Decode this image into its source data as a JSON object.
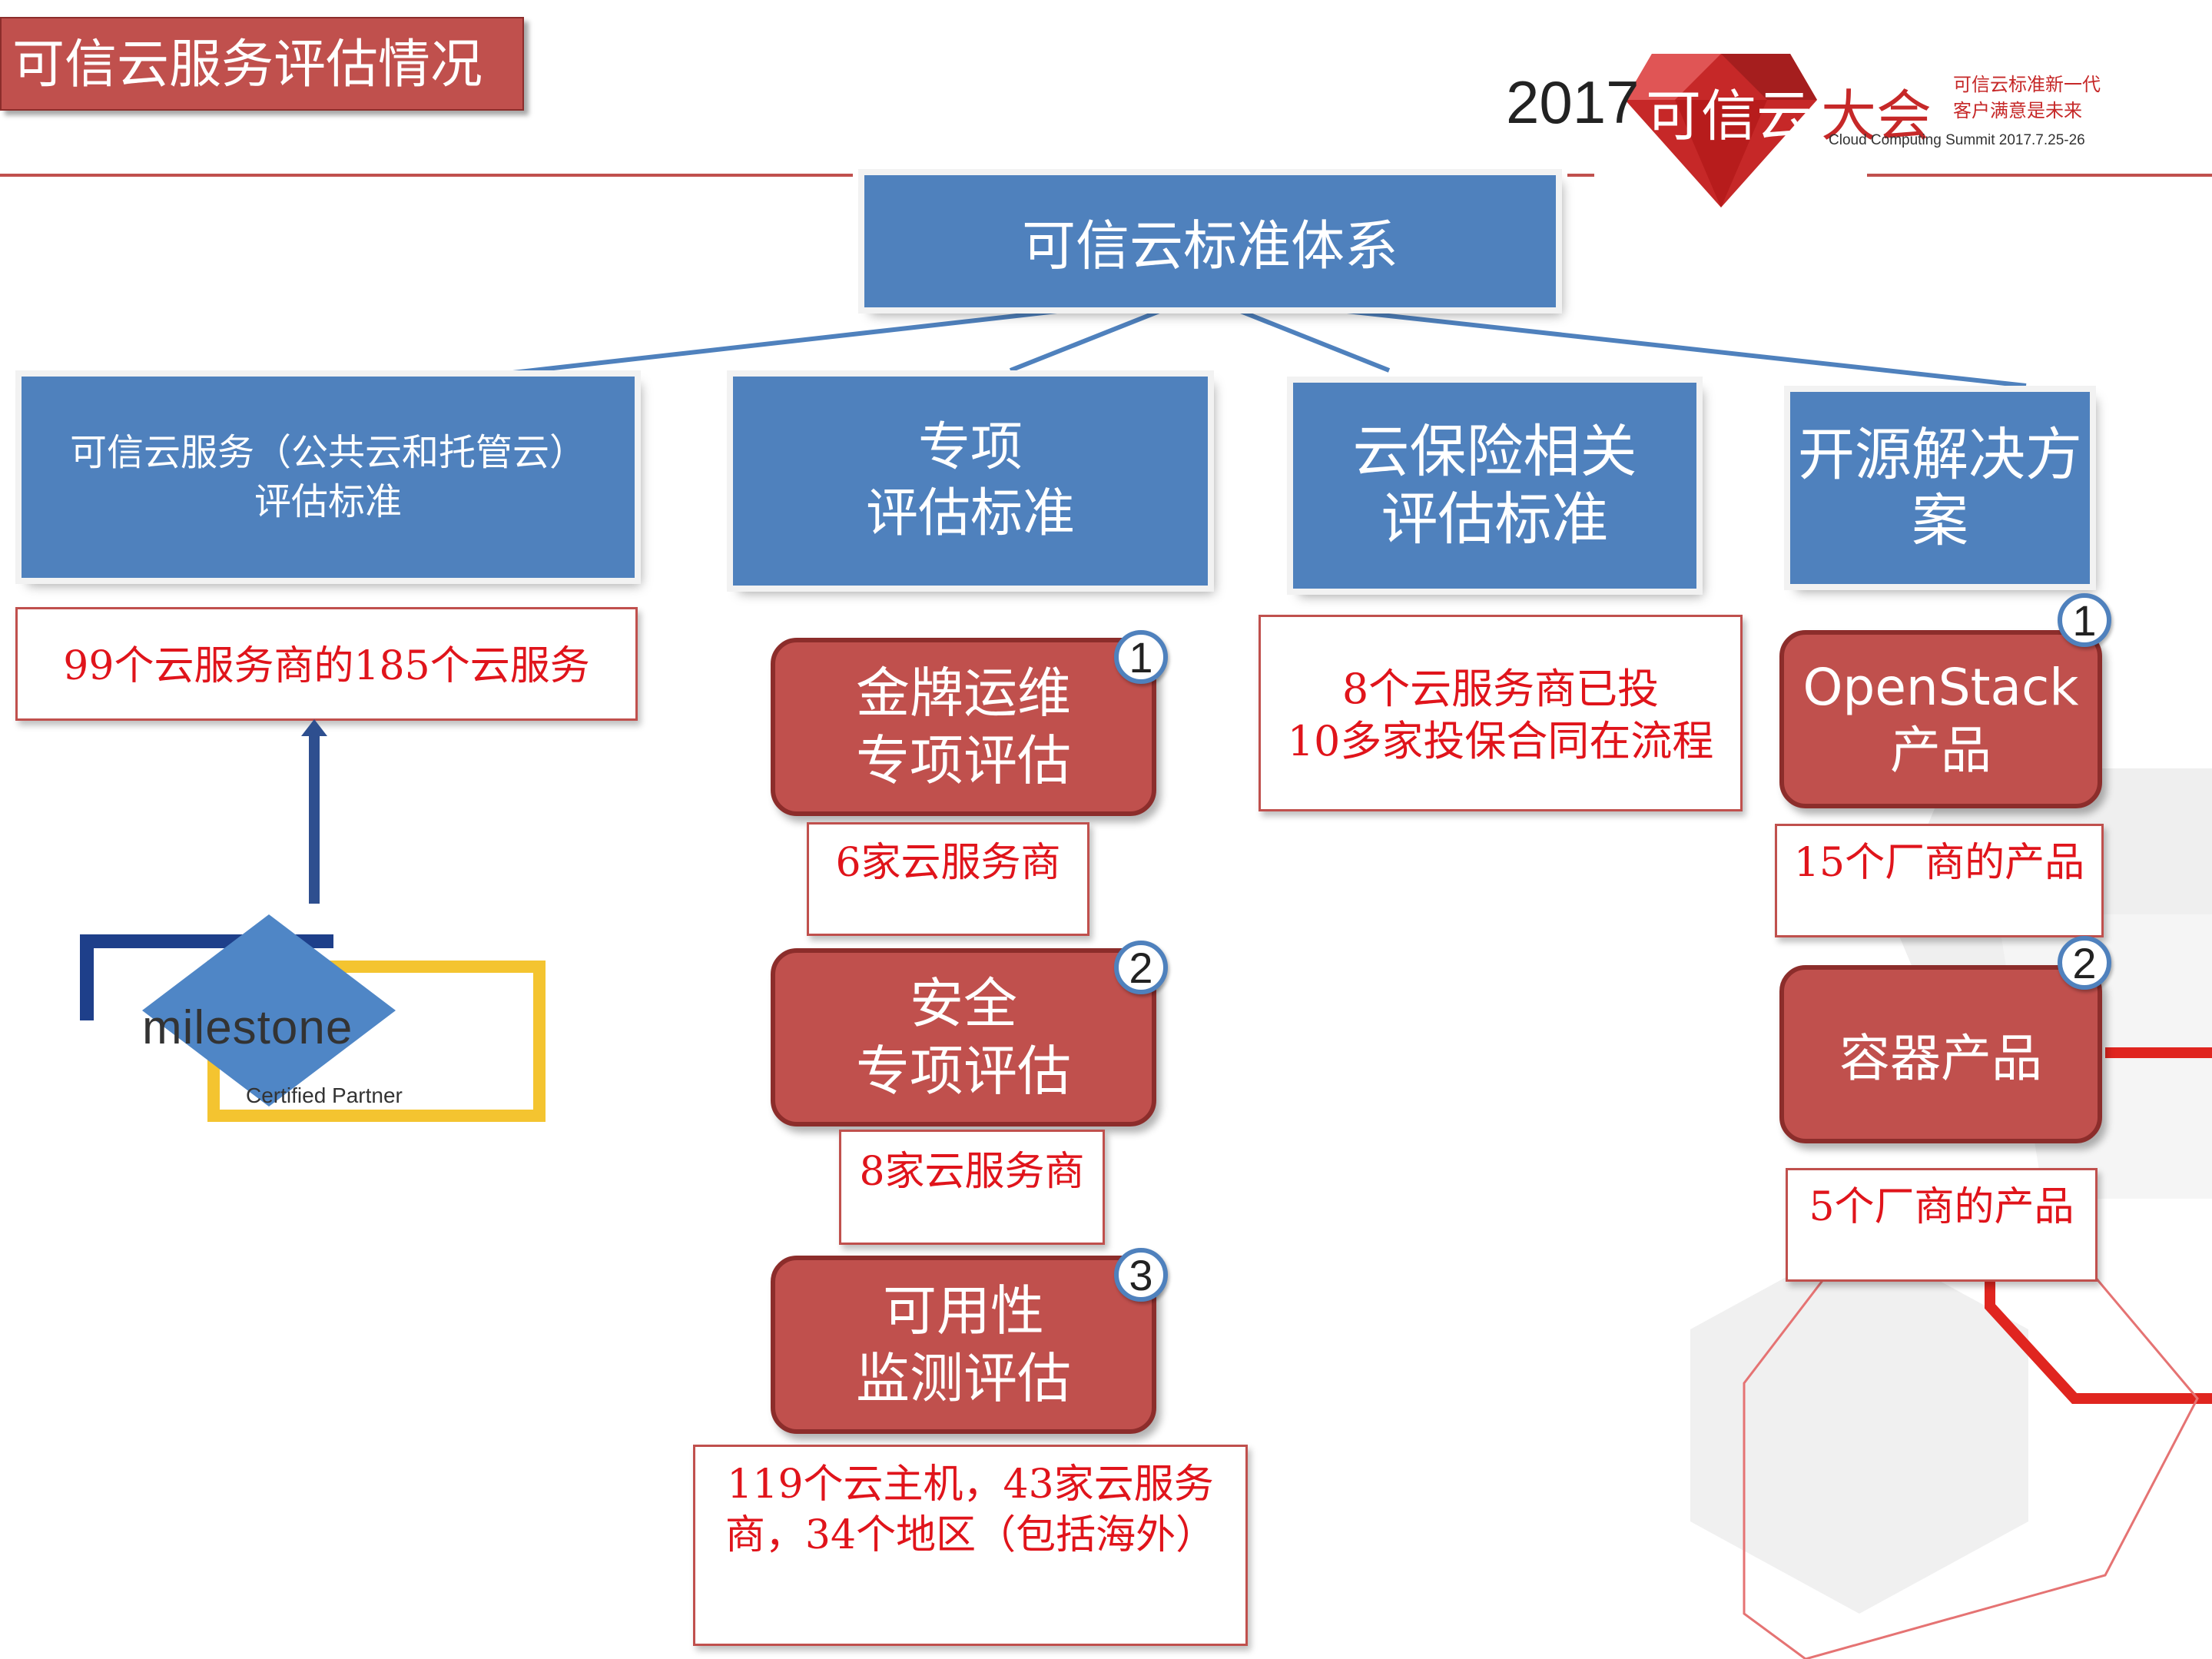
{
  "slide_title": "可信云服务评估情况",
  "event_logo": {
    "year": "2017",
    "name_part1": "可信云",
    "name_part2": "大会",
    "slogan_line1": "可信云标准新一代",
    "slogan_line2": "客户满意是未来",
    "subtitle": "Cloud Computing Summit 2017.7.25-26"
  },
  "root": {
    "label": "可信云标准体系"
  },
  "branches": [
    {
      "label_line1": "可信云服务（公共云和托管云）",
      "label_line2": "评估标准",
      "note": "99个云服务商的185个云服务"
    },
    {
      "label_line1": "专项",
      "label_line2": "评估标准"
    },
    {
      "label_line1": "云保险相关",
      "label_line2": "评估标准",
      "note_line1": "8个云服务商已投",
      "note_line2": "10多家投保合同在流程"
    },
    {
      "label_line1": "开源解决方",
      "label_line2": "案"
    }
  ],
  "special_items": [
    {
      "number": "1",
      "line1": "金牌运维",
      "line2": "专项评估",
      "note": "6家云服务商"
    },
    {
      "number": "2",
      "line1": "安全",
      "line2": "专项评估",
      "note": "8家云服务商"
    },
    {
      "number": "3",
      "line1": "可用性",
      "line2": "监测评估",
      "note_line1": "119个云主机，43家云服务",
      "note_line2": "商，34个地区（包括海外）"
    }
  ],
  "opensource_items": [
    {
      "number": "1",
      "line1": "OpenStack",
      "line2": "产品",
      "note": "15个厂商的产品"
    },
    {
      "number": "2",
      "line1": "容器产品",
      "note": "5个厂商的产品"
    }
  ],
  "partner_logo": {
    "brand": "milestone",
    "tagline": "Certified Partner"
  },
  "colors": {
    "blue": "#4f81bd",
    "red": "#c0504d",
    "note_text": "#e0141b",
    "arrow": "#2e4f8f"
  }
}
